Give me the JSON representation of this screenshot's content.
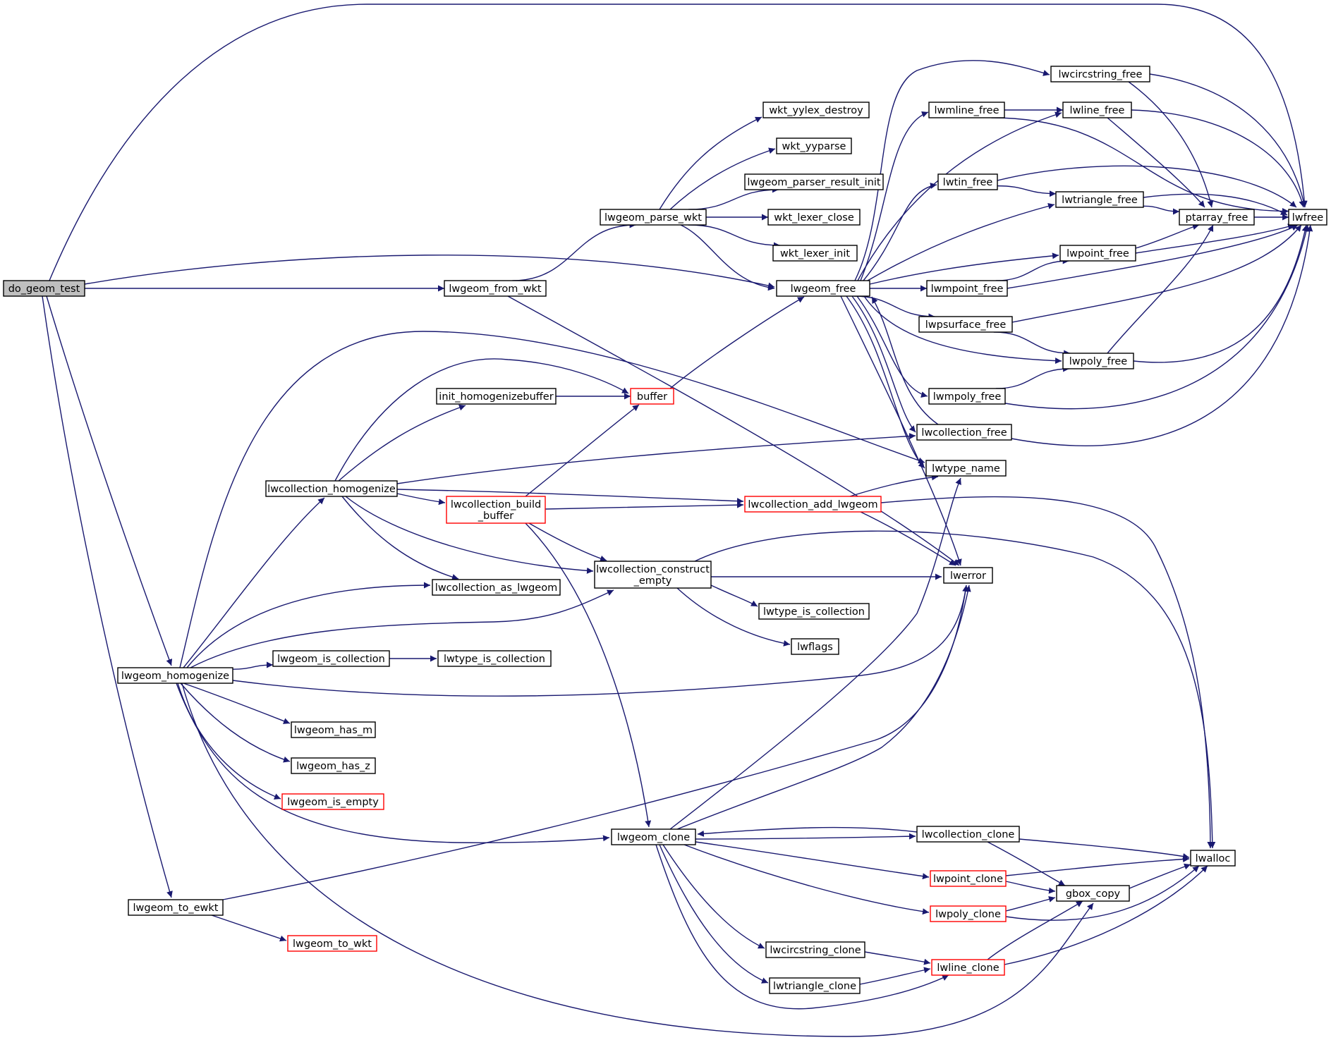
{
  "graph": {
    "colors": {
      "edge": "#191970",
      "node_border": "#000000",
      "truncated_border": "#ff0000",
      "root_fill": "#bfbfbf",
      "node_fill": "#ffffff"
    },
    "nodes": [
      {
        "id": "do_geom_test",
        "lines": [
          "do_geom_test"
        ],
        "style": "root"
      },
      {
        "id": "lwgeom_from_wkt",
        "lines": [
          "lwgeom_from_wkt"
        ],
        "style": "normal"
      },
      {
        "id": "lwgeom_homogenize",
        "lines": [
          "lwgeom_homogenize"
        ],
        "style": "normal"
      },
      {
        "id": "lwgeom_to_ewkt",
        "lines": [
          "lwgeom_to_ewkt"
        ],
        "style": "normal"
      },
      {
        "id": "lwgeom_free",
        "lines": [
          "lwgeom_free"
        ],
        "style": "normal"
      },
      {
        "id": "lwfree",
        "lines": [
          "lwfree"
        ],
        "style": "normal"
      },
      {
        "id": "lwgeom_parse_wkt",
        "lines": [
          "lwgeom_parse_wkt"
        ],
        "style": "normal"
      },
      {
        "id": "wkt_yylex_destroy",
        "lines": [
          "wkt_yylex_destroy"
        ],
        "style": "normal"
      },
      {
        "id": "wkt_yyparse",
        "lines": [
          "wkt_yyparse"
        ],
        "style": "normal"
      },
      {
        "id": "lwgeom_parser_result_init",
        "lines": [
          "lwgeom_parser_result_init"
        ],
        "style": "normal"
      },
      {
        "id": "wkt_lexer_close",
        "lines": [
          "wkt_lexer_close"
        ],
        "style": "normal"
      },
      {
        "id": "wkt_lexer_init",
        "lines": [
          "wkt_lexer_init"
        ],
        "style": "normal"
      },
      {
        "id": "lwerror",
        "lines": [
          "lwerror"
        ],
        "style": "normal"
      },
      {
        "id": "lwcircstring_free",
        "lines": [
          "lwcircstring_free"
        ],
        "style": "normal"
      },
      {
        "id": "lwmline_free",
        "lines": [
          "lwmline_free"
        ],
        "style": "normal"
      },
      {
        "id": "lwline_free",
        "lines": [
          "lwline_free"
        ],
        "style": "normal"
      },
      {
        "id": "lwtin_free",
        "lines": [
          "lwtin_free"
        ],
        "style": "normal"
      },
      {
        "id": "lwtriangle_free",
        "lines": [
          "lwtriangle_free"
        ],
        "style": "normal"
      },
      {
        "id": "ptarray_free",
        "lines": [
          "ptarray_free"
        ],
        "style": "normal"
      },
      {
        "id": "lwpoint_free",
        "lines": [
          "lwpoint_free"
        ],
        "style": "normal"
      },
      {
        "id": "lwmpoint_free",
        "lines": [
          "lwmpoint_free"
        ],
        "style": "normal"
      },
      {
        "id": "lwpsurface_free",
        "lines": [
          "lwpsurface_free"
        ],
        "style": "normal"
      },
      {
        "id": "lwpoly_free",
        "lines": [
          "lwpoly_free"
        ],
        "style": "normal"
      },
      {
        "id": "lwmpoly_free",
        "lines": [
          "lwmpoly_free"
        ],
        "style": "normal"
      },
      {
        "id": "lwcollection_free",
        "lines": [
          "lwcollection_free"
        ],
        "style": "normal"
      },
      {
        "id": "lwtype_name",
        "lines": [
          "lwtype_name"
        ],
        "style": "normal"
      },
      {
        "id": "init_homogenizebuffer",
        "lines": [
          "init_homogenizebuffer"
        ],
        "style": "normal"
      },
      {
        "id": "buffer",
        "lines": [
          "buffer"
        ],
        "style": "truncated"
      },
      {
        "id": "lwcollection_homogenize",
        "lines": [
          "lwcollection_homogenize"
        ],
        "style": "normal"
      },
      {
        "id": "lwcollection_build_buffer",
        "lines": [
          "lwcollection_build",
          "_buffer"
        ],
        "style": "truncated"
      },
      {
        "id": "lwcollection_add_lwgeom",
        "lines": [
          "lwcollection_add_lwgeom"
        ],
        "style": "truncated"
      },
      {
        "id": "lwcollection_construct_empty",
        "lines": [
          "lwcollection_construct",
          "_empty"
        ],
        "style": "normal"
      },
      {
        "id": "lwcollection_as_lwgeom",
        "lines": [
          "lwcollection_as_lwgeom"
        ],
        "style": "normal"
      },
      {
        "id": "lwtype_is_collection_a",
        "lines": [
          "lwtype_is_collection"
        ],
        "style": "normal"
      },
      {
        "id": "lwflags",
        "lines": [
          "lwflags"
        ],
        "style": "normal"
      },
      {
        "id": "lwgeom_is_collection",
        "lines": [
          "lwgeom_is_collection"
        ],
        "style": "normal"
      },
      {
        "id": "lwtype_is_collection_b",
        "lines": [
          "lwtype_is_collection"
        ],
        "style": "normal"
      },
      {
        "id": "lwgeom_has_m",
        "lines": [
          "lwgeom_has_m"
        ],
        "style": "normal"
      },
      {
        "id": "lwgeom_has_z",
        "lines": [
          "lwgeom_has_z"
        ],
        "style": "normal"
      },
      {
        "id": "lwgeom_is_empty",
        "lines": [
          "lwgeom_is_empty"
        ],
        "style": "truncated"
      },
      {
        "id": "lwgeom_clone",
        "lines": [
          "lwgeom_clone"
        ],
        "style": "normal"
      },
      {
        "id": "lwcollection_clone",
        "lines": [
          "lwcollection_clone"
        ],
        "style": "normal"
      },
      {
        "id": "lwalloc",
        "lines": [
          "lwalloc"
        ],
        "style": "normal"
      },
      {
        "id": "lwpoint_clone",
        "lines": [
          "lwpoint_clone"
        ],
        "style": "truncated"
      },
      {
        "id": "gbox_copy",
        "lines": [
          "gbox_copy"
        ],
        "style": "normal"
      },
      {
        "id": "lwpoly_clone",
        "lines": [
          "lwpoly_clone"
        ],
        "style": "truncated"
      },
      {
        "id": "lwcircstring_clone",
        "lines": [
          "lwcircstring_clone"
        ],
        "style": "normal"
      },
      {
        "id": "lwline_clone",
        "lines": [
          "lwline_clone"
        ],
        "style": "truncated"
      },
      {
        "id": "lwtriangle_clone",
        "lines": [
          "lwtriangle_clone"
        ],
        "style": "normal"
      },
      {
        "id": "lwgeom_to_wkt",
        "lines": [
          "lwgeom_to_wkt"
        ],
        "style": "truncated"
      }
    ],
    "edges": [
      [
        "do_geom_test",
        "lwfree"
      ],
      [
        "do_geom_test",
        "lwgeom_free"
      ],
      [
        "do_geom_test",
        "lwgeom_from_wkt"
      ],
      [
        "do_geom_test",
        "lwgeom_homogenize"
      ],
      [
        "do_geom_test",
        "lwgeom_to_ewkt"
      ],
      [
        "lwgeom_from_wkt",
        "lwgeom_parse_wkt"
      ],
      [
        "lwgeom_from_wkt",
        "lwerror"
      ],
      [
        "lwgeom_parse_wkt",
        "wkt_yylex_destroy"
      ],
      [
        "lwgeom_parse_wkt",
        "wkt_yyparse"
      ],
      [
        "lwgeom_parse_wkt",
        "lwgeom_parser_result_init"
      ],
      [
        "lwgeom_parse_wkt",
        "wkt_lexer_close"
      ],
      [
        "lwgeom_parse_wkt",
        "wkt_lexer_init"
      ],
      [
        "lwgeom_parse_wkt",
        "lwgeom_free"
      ],
      [
        "lwgeom_free",
        "lwmline_free"
      ],
      [
        "lwgeom_free",
        "lwline_free"
      ],
      [
        "lwgeom_free",
        "lwcircstring_free"
      ],
      [
        "lwgeom_free",
        "lwtin_free"
      ],
      [
        "lwgeom_free",
        "lwtriangle_free"
      ],
      [
        "lwgeom_free",
        "lwpoint_free"
      ],
      [
        "lwgeom_free",
        "lwmpoint_free"
      ],
      [
        "lwgeom_free",
        "lwpsurface_free"
      ],
      [
        "lwgeom_free",
        "lwpoly_free"
      ],
      [
        "lwgeom_free",
        "lwmpoly_free"
      ],
      [
        "lwgeom_free",
        "lwcollection_free"
      ],
      [
        "lwgeom_free",
        "lwtype_name"
      ],
      [
        "lwgeom_free",
        "lwerror"
      ],
      [
        "lwcircstring_free",
        "ptarray_free"
      ],
      [
        "lwcircstring_free",
        "lwfree"
      ],
      [
        "lwmline_free",
        "lwline_free"
      ],
      [
        "lwmline_free",
        "lwfree"
      ],
      [
        "lwline_free",
        "ptarray_free"
      ],
      [
        "lwline_free",
        "lwfree"
      ],
      [
        "lwtin_free",
        "lwtriangle_free"
      ],
      [
        "lwtin_free",
        "lwfree"
      ],
      [
        "lwtriangle_free",
        "ptarray_free"
      ],
      [
        "lwtriangle_free",
        "lwfree"
      ],
      [
        "ptarray_free",
        "lwfree"
      ],
      [
        "lwpoint_free",
        "ptarray_free"
      ],
      [
        "lwpoint_free",
        "lwfree"
      ],
      [
        "lwmpoint_free",
        "lwpoint_free"
      ],
      [
        "lwmpoint_free",
        "lwfree"
      ],
      [
        "lwpsurface_free",
        "lwpoly_free"
      ],
      [
        "lwpsurface_free",
        "lwfree"
      ],
      [
        "lwpoly_free",
        "ptarray_free"
      ],
      [
        "lwpoly_free",
        "lwfree"
      ],
      [
        "lwmpoly_free",
        "lwpoly_free"
      ],
      [
        "lwmpoly_free",
        "lwfree"
      ],
      [
        "lwcollection_free",
        "lwgeom_free"
      ],
      [
        "lwcollection_free",
        "lwfree"
      ],
      [
        "lwgeom_homogenize",
        "lwtype_name"
      ],
      [
        "lwgeom_homogenize",
        "lwcollection_homogenize"
      ],
      [
        "lwgeom_homogenize",
        "lwcollection_as_lwgeom"
      ],
      [
        "lwgeom_homogenize",
        "lwcollection_construct_empty"
      ],
      [
        "lwgeom_homogenize",
        "lwgeom_is_collection"
      ],
      [
        "lwgeom_homogenize",
        "lwerror"
      ],
      [
        "lwgeom_homogenize",
        "lwgeom_has_m"
      ],
      [
        "lwgeom_homogenize",
        "lwgeom_has_z"
      ],
      [
        "lwgeom_homogenize",
        "lwgeom_is_empty"
      ],
      [
        "lwgeom_homogenize",
        "lwgeom_clone"
      ],
      [
        "lwgeom_homogenize",
        "gbox_copy"
      ],
      [
        "lwcollection_homogenize",
        "buffer"
      ],
      [
        "lwcollection_homogenize",
        "init_homogenizebuffer"
      ],
      [
        "lwcollection_homogenize",
        "lwcollection_free"
      ],
      [
        "lwcollection_homogenize",
        "lwcollection_add_lwgeom"
      ],
      [
        "lwcollection_homogenize",
        "lwcollection_build_buffer"
      ],
      [
        "lwcollection_homogenize",
        "lwcollection_construct_empty"
      ],
      [
        "lwcollection_homogenize",
        "lwcollection_as_lwgeom"
      ],
      [
        "init_homogenizebuffer",
        "buffer"
      ],
      [
        "buffer",
        "lwgeom_free"
      ],
      [
        "lwcollection_build_buffer",
        "buffer"
      ],
      [
        "lwcollection_build_buffer",
        "lwcollection_add_lwgeom"
      ],
      [
        "lwcollection_build_buffer",
        "lwcollection_construct_empty"
      ],
      [
        "lwcollection_build_buffer",
        "lwgeom_clone"
      ],
      [
        "lwcollection_add_lwgeom",
        "lwtype_name"
      ],
      [
        "lwcollection_add_lwgeom",
        "lwerror"
      ],
      [
        "lwcollection_add_lwgeom",
        "lwalloc"
      ],
      [
        "lwcollection_construct_empty",
        "lwerror"
      ],
      [
        "lwcollection_construct_empty",
        "lwalloc"
      ],
      [
        "lwcollection_construct_empty",
        "lwtype_is_collection_a"
      ],
      [
        "lwcollection_construct_empty",
        "lwflags"
      ],
      [
        "lwgeom_is_collection",
        "lwtype_is_collection_b"
      ],
      [
        "lwgeom_to_ewkt",
        "lwerror"
      ],
      [
        "lwgeom_to_ewkt",
        "lwgeom_to_wkt"
      ],
      [
        "lwgeom_clone",
        "lwtype_name"
      ],
      [
        "lwgeom_clone",
        "lwerror"
      ],
      [
        "lwgeom_clone",
        "lwcollection_clone"
      ],
      [
        "lwgeom_clone",
        "lwpoint_clone"
      ],
      [
        "lwgeom_clone",
        "lwpoly_clone"
      ],
      [
        "lwgeom_clone",
        "lwcircstring_clone"
      ],
      [
        "lwgeom_clone",
        "lwtriangle_clone"
      ],
      [
        "lwgeom_clone",
        "lwline_clone"
      ],
      [
        "lwcollection_clone",
        "lwgeom_clone"
      ],
      [
        "lwcollection_clone",
        "gbox_copy"
      ],
      [
        "lwcollection_clone",
        "lwalloc"
      ],
      [
        "lwpoint_clone",
        "gbox_copy"
      ],
      [
        "lwpoint_clone",
        "lwalloc"
      ],
      [
        "lwpoly_clone",
        "gbox_copy"
      ],
      [
        "lwpoly_clone",
        "lwalloc"
      ],
      [
        "lwcircstring_clone",
        "lwline_clone"
      ],
      [
        "lwtriangle_clone",
        "lwline_clone"
      ],
      [
        "lwline_clone",
        "gbox_copy"
      ],
      [
        "lwline_clone",
        "lwalloc"
      ],
      [
        "gbox_copy",
        "lwalloc"
      ]
    ]
  }
}
